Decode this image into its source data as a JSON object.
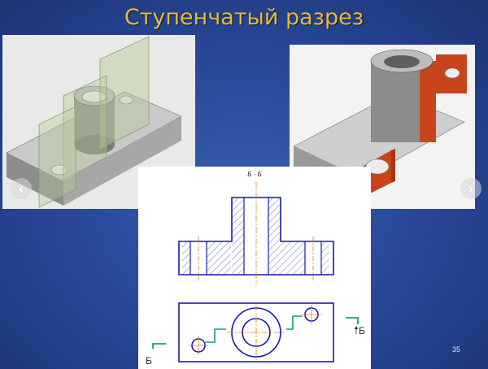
{
  "slide": {
    "title": "Ступенчатый разрез",
    "page_number": "35"
  },
  "drawing": {
    "section_label": "Б - Б",
    "cut_mark_left": "Б",
    "cut_mark_right": "Б"
  },
  "nav": {
    "prev_icon": "chevron-left-icon",
    "next_icon": "chevron-right-icon"
  },
  "colors": {
    "title": "#e8b83a",
    "background": "#2a4a9a",
    "section_fill": "#c8441a",
    "drawing_lines": "#1a1aa8",
    "axis_lines": "#e08020",
    "cut_marks": "#1a9a8a"
  }
}
